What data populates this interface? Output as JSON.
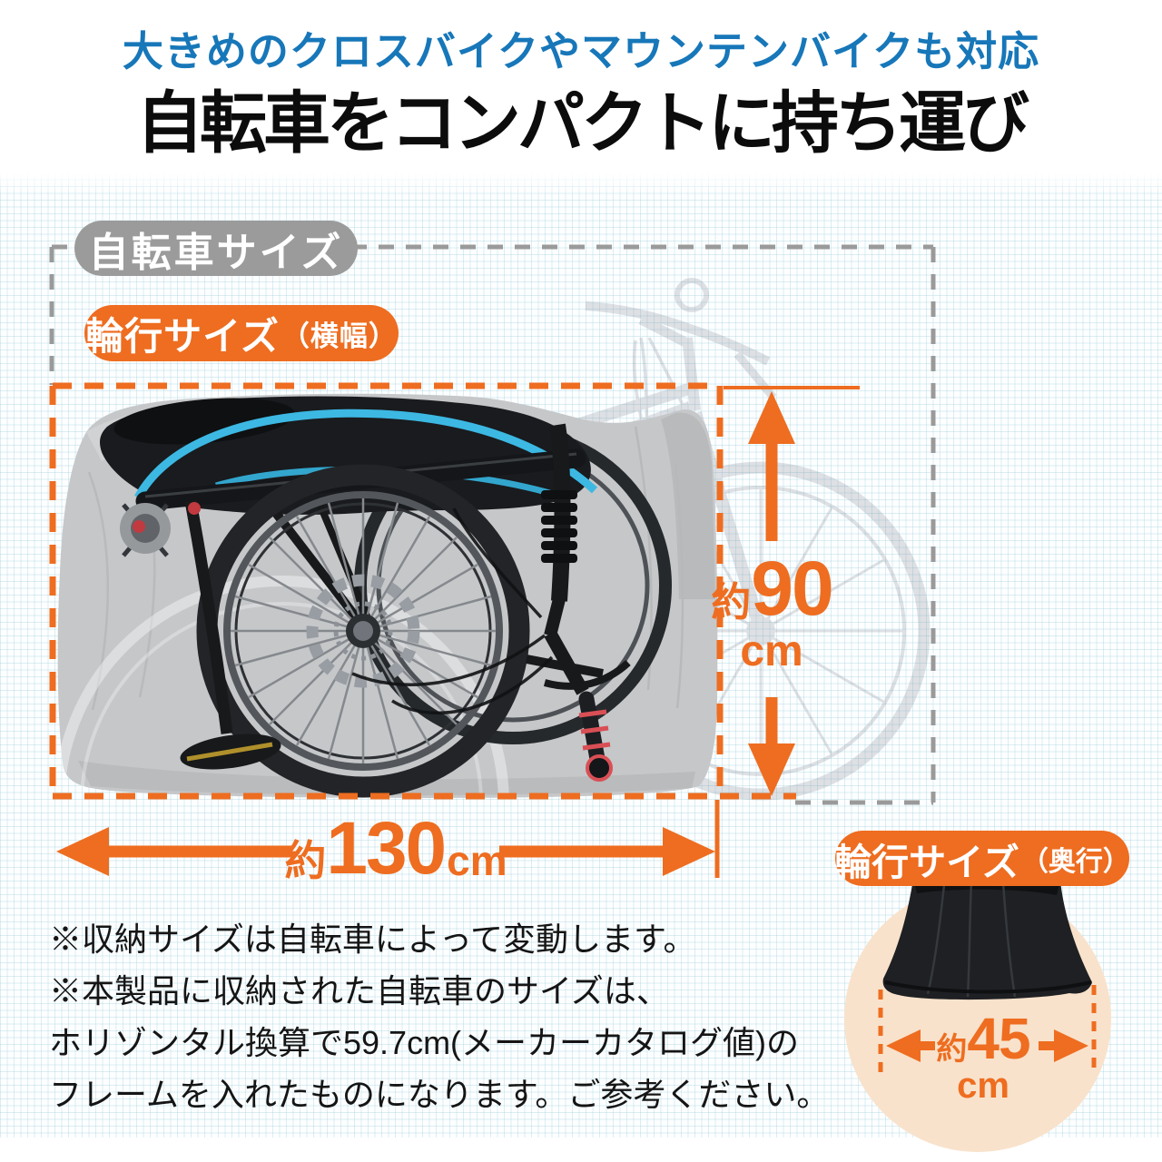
{
  "header": {
    "subtitle": "大きめのクロスバイクやマウンテンバイクも対応",
    "title": "自転車をコンパクトに持ち運び"
  },
  "badges": {
    "bike_size": "自転車サイズ",
    "carry_width": {
      "main": "輪行サイズ",
      "sub": "（横幅）"
    },
    "carry_depth": {
      "main": "輪行サイズ",
      "sub": "（奥行）"
    }
  },
  "dims": {
    "height": {
      "prefix": "約",
      "value": "90",
      "unit": "cm"
    },
    "width": {
      "prefix": "約",
      "value": "130",
      "unit": "cm"
    },
    "depth": {
      "prefix": "約",
      "value": "45",
      "unit": "cm"
    }
  },
  "notes": {
    "lines": [
      "※収納サイズは自転車によって変動します。",
      "※本製品に収納された自転車のサイズは、",
      "ホリゾンタル換算で59.7cm(メーカーカタログ値)の",
      "フレームを入れたものになります。ご参考ください。"
    ]
  },
  "colors": {
    "accent_orange": "#ee6d20",
    "badge_gray": "#9b9b9b",
    "heading_blue": "#1777b9",
    "circle_peach": "#f9e2cb",
    "bag_gray": "#c5c7c9",
    "frame_blue_accent": "#3cb8e3"
  }
}
